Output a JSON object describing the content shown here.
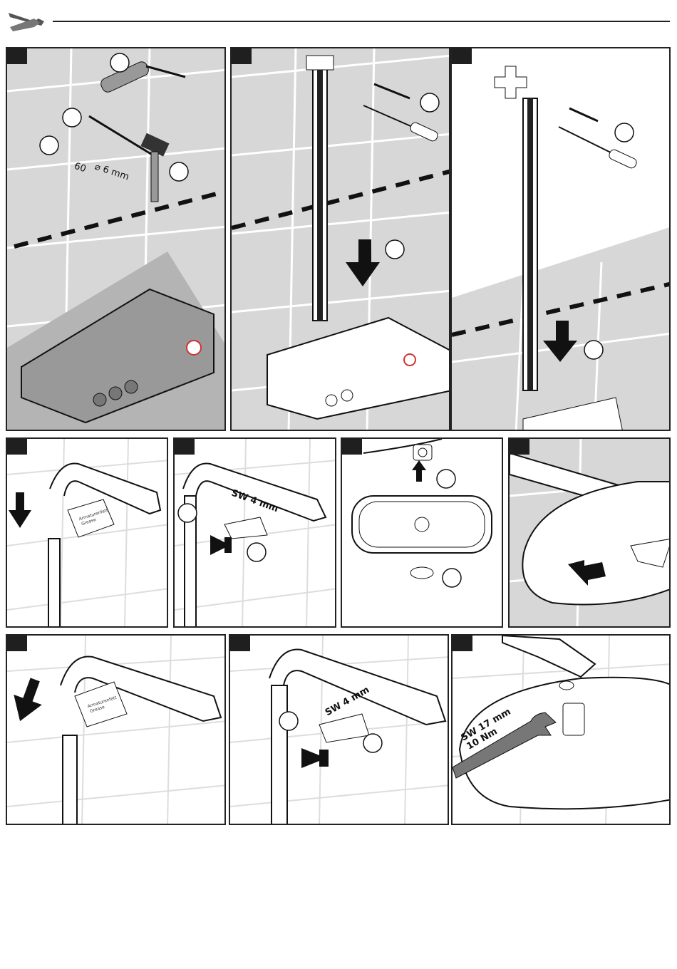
{
  "steps": [
    {
      "dims": {
        "depth": "60",
        "diameter": "⌀ 6 mm"
      }
    },
    {},
    {},
    {
      "note": {
        "line1": "Armaturenfett",
        "line2": "Grease"
      }
    },
    {
      "wrench": "SW 4 mm"
    },
    {},
    {},
    {
      "note": {
        "line1": "Armaturenfett",
        "line2": "Grease"
      }
    },
    {
      "wrench": "SW 4 mm"
    },
    {
      "wrench_size": "SW 17 mm",
      "torque": "10 Nm"
    }
  ],
  "colors": {
    "frame": "#222222",
    "wall": "#d7d7d7",
    "shadow": "#b4b4b4",
    "tab": "#1f1f1f"
  }
}
